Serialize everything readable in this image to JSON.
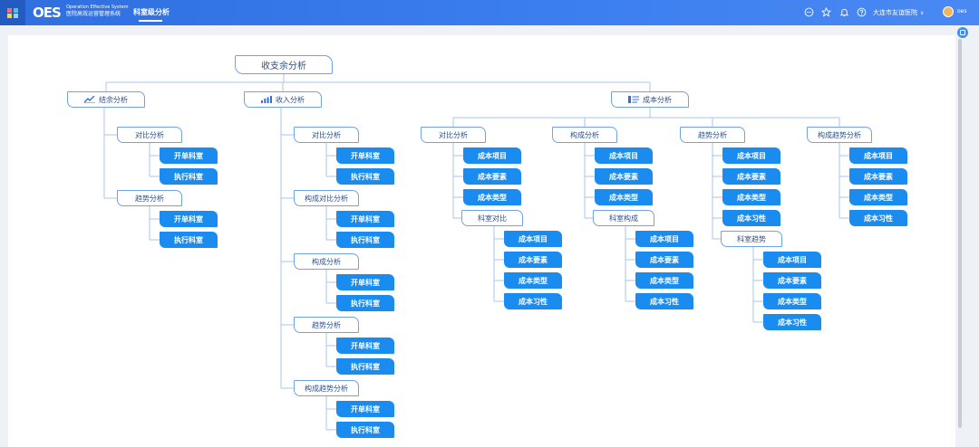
{
  "header": {
    "brand": "OES",
    "brand_en": "Operation Effective System",
    "brand_cn": "医院高效运营管理系统",
    "nav_tab": "科室级分析",
    "hospital": "大连市友谊医院",
    "user": "oes",
    "colors": {
      "bar": "#3b7cee",
      "accent": "#1a8cf0"
    }
  },
  "tree": {
    "root": "收支余分析",
    "jieyu": {
      "label": "结余分析",
      "groups": [
        {
          "label": "对比分析",
          "children": [
            "开单科室",
            "执行科室"
          ]
        },
        {
          "label": "趋势分析",
          "children": [
            "开单科室",
            "执行科室"
          ]
        }
      ]
    },
    "shouru": {
      "label": "收入分析",
      "groups": [
        {
          "label": "对比分析",
          "children": [
            "开单科室",
            "执行科室"
          ]
        },
        {
          "label": "构成对比分析",
          "children": [
            "开单科室",
            "执行科室"
          ]
        },
        {
          "label": "构成分析",
          "children": [
            "开单科室",
            "执行科室"
          ]
        },
        {
          "label": "趋势分析",
          "children": [
            "开单科室",
            "执行科室"
          ]
        },
        {
          "label": "构成趋势分析",
          "children": [
            "开单科室",
            "执行科室"
          ]
        }
      ]
    },
    "chengben": {
      "label": "成本分析",
      "columns": [
        {
          "label": "对比分析",
          "items": [
            "成本项目",
            "成本要素",
            "成本类型"
          ],
          "sub": {
            "label": "科室对比",
            "items": [
              "成本项目",
              "成本要素",
              "成本类型",
              "成本习性"
            ]
          }
        },
        {
          "label": "构成分析",
          "items": [
            "成本项目",
            "成本要素",
            "成本类型"
          ],
          "sub": {
            "label": "科室构成",
            "items": [
              "成本项目",
              "成本要素",
              "成本类型",
              "成本习性"
            ]
          }
        },
        {
          "label": "趋势分析",
          "items": [
            "成本项目",
            "成本要素",
            "成本类型",
            "成本习性"
          ],
          "sub": {
            "label": "科室趋势",
            "items": [
              "成本项目",
              "成本要素",
              "成本类型",
              "成本习性"
            ]
          }
        },
        {
          "label": "构成趋势分析",
          "items": [
            "成本项目",
            "成本要素",
            "成本类型",
            "成本习性"
          ]
        }
      ]
    }
  }
}
